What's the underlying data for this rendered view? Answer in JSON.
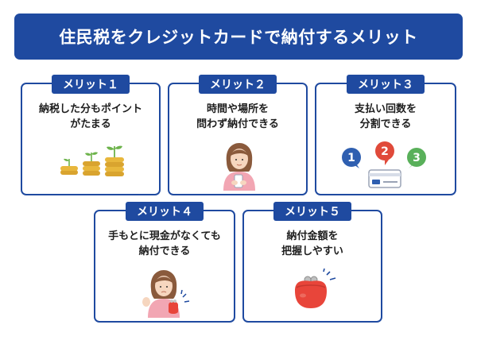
{
  "title": "住民税をクレジットカードで納付するメリット",
  "colors": {
    "primary": "#1f4aa0",
    "coin": "#e8b73c",
    "sprout": "#6db34b",
    "badge_blue": "#2f5fb0",
    "badge_red": "#e04a3a",
    "badge_green": "#59b05a",
    "purse": "#e8453a",
    "skin": "#f6d6bf",
    "shirt": "#f2a6b3"
  },
  "merits": [
    {
      "tag": "メリット１",
      "lines": [
        "納税した分もポイント",
        "がたまる"
      ],
      "icon": "coins-sprouts-icon"
    },
    {
      "tag": "メリット２",
      "lines": [
        "時間や場所を",
        "問わず納付できる"
      ],
      "icon": "woman-smartphone-icon"
    },
    {
      "tag": "メリット３",
      "lines": [
        "支払い回数を",
        "分割できる"
      ],
      "icon": "installment-card-icon",
      "badges": [
        "1",
        "2",
        "3"
      ]
    },
    {
      "tag": "メリット４",
      "lines": [
        "手もとに現金がなくても",
        "納付できる"
      ],
      "icon": "woman-empty-purse-icon"
    },
    {
      "tag": "メリット５",
      "lines": [
        "納付金額を",
        "把握しやすい"
      ],
      "icon": "coin-purse-icon"
    }
  ]
}
